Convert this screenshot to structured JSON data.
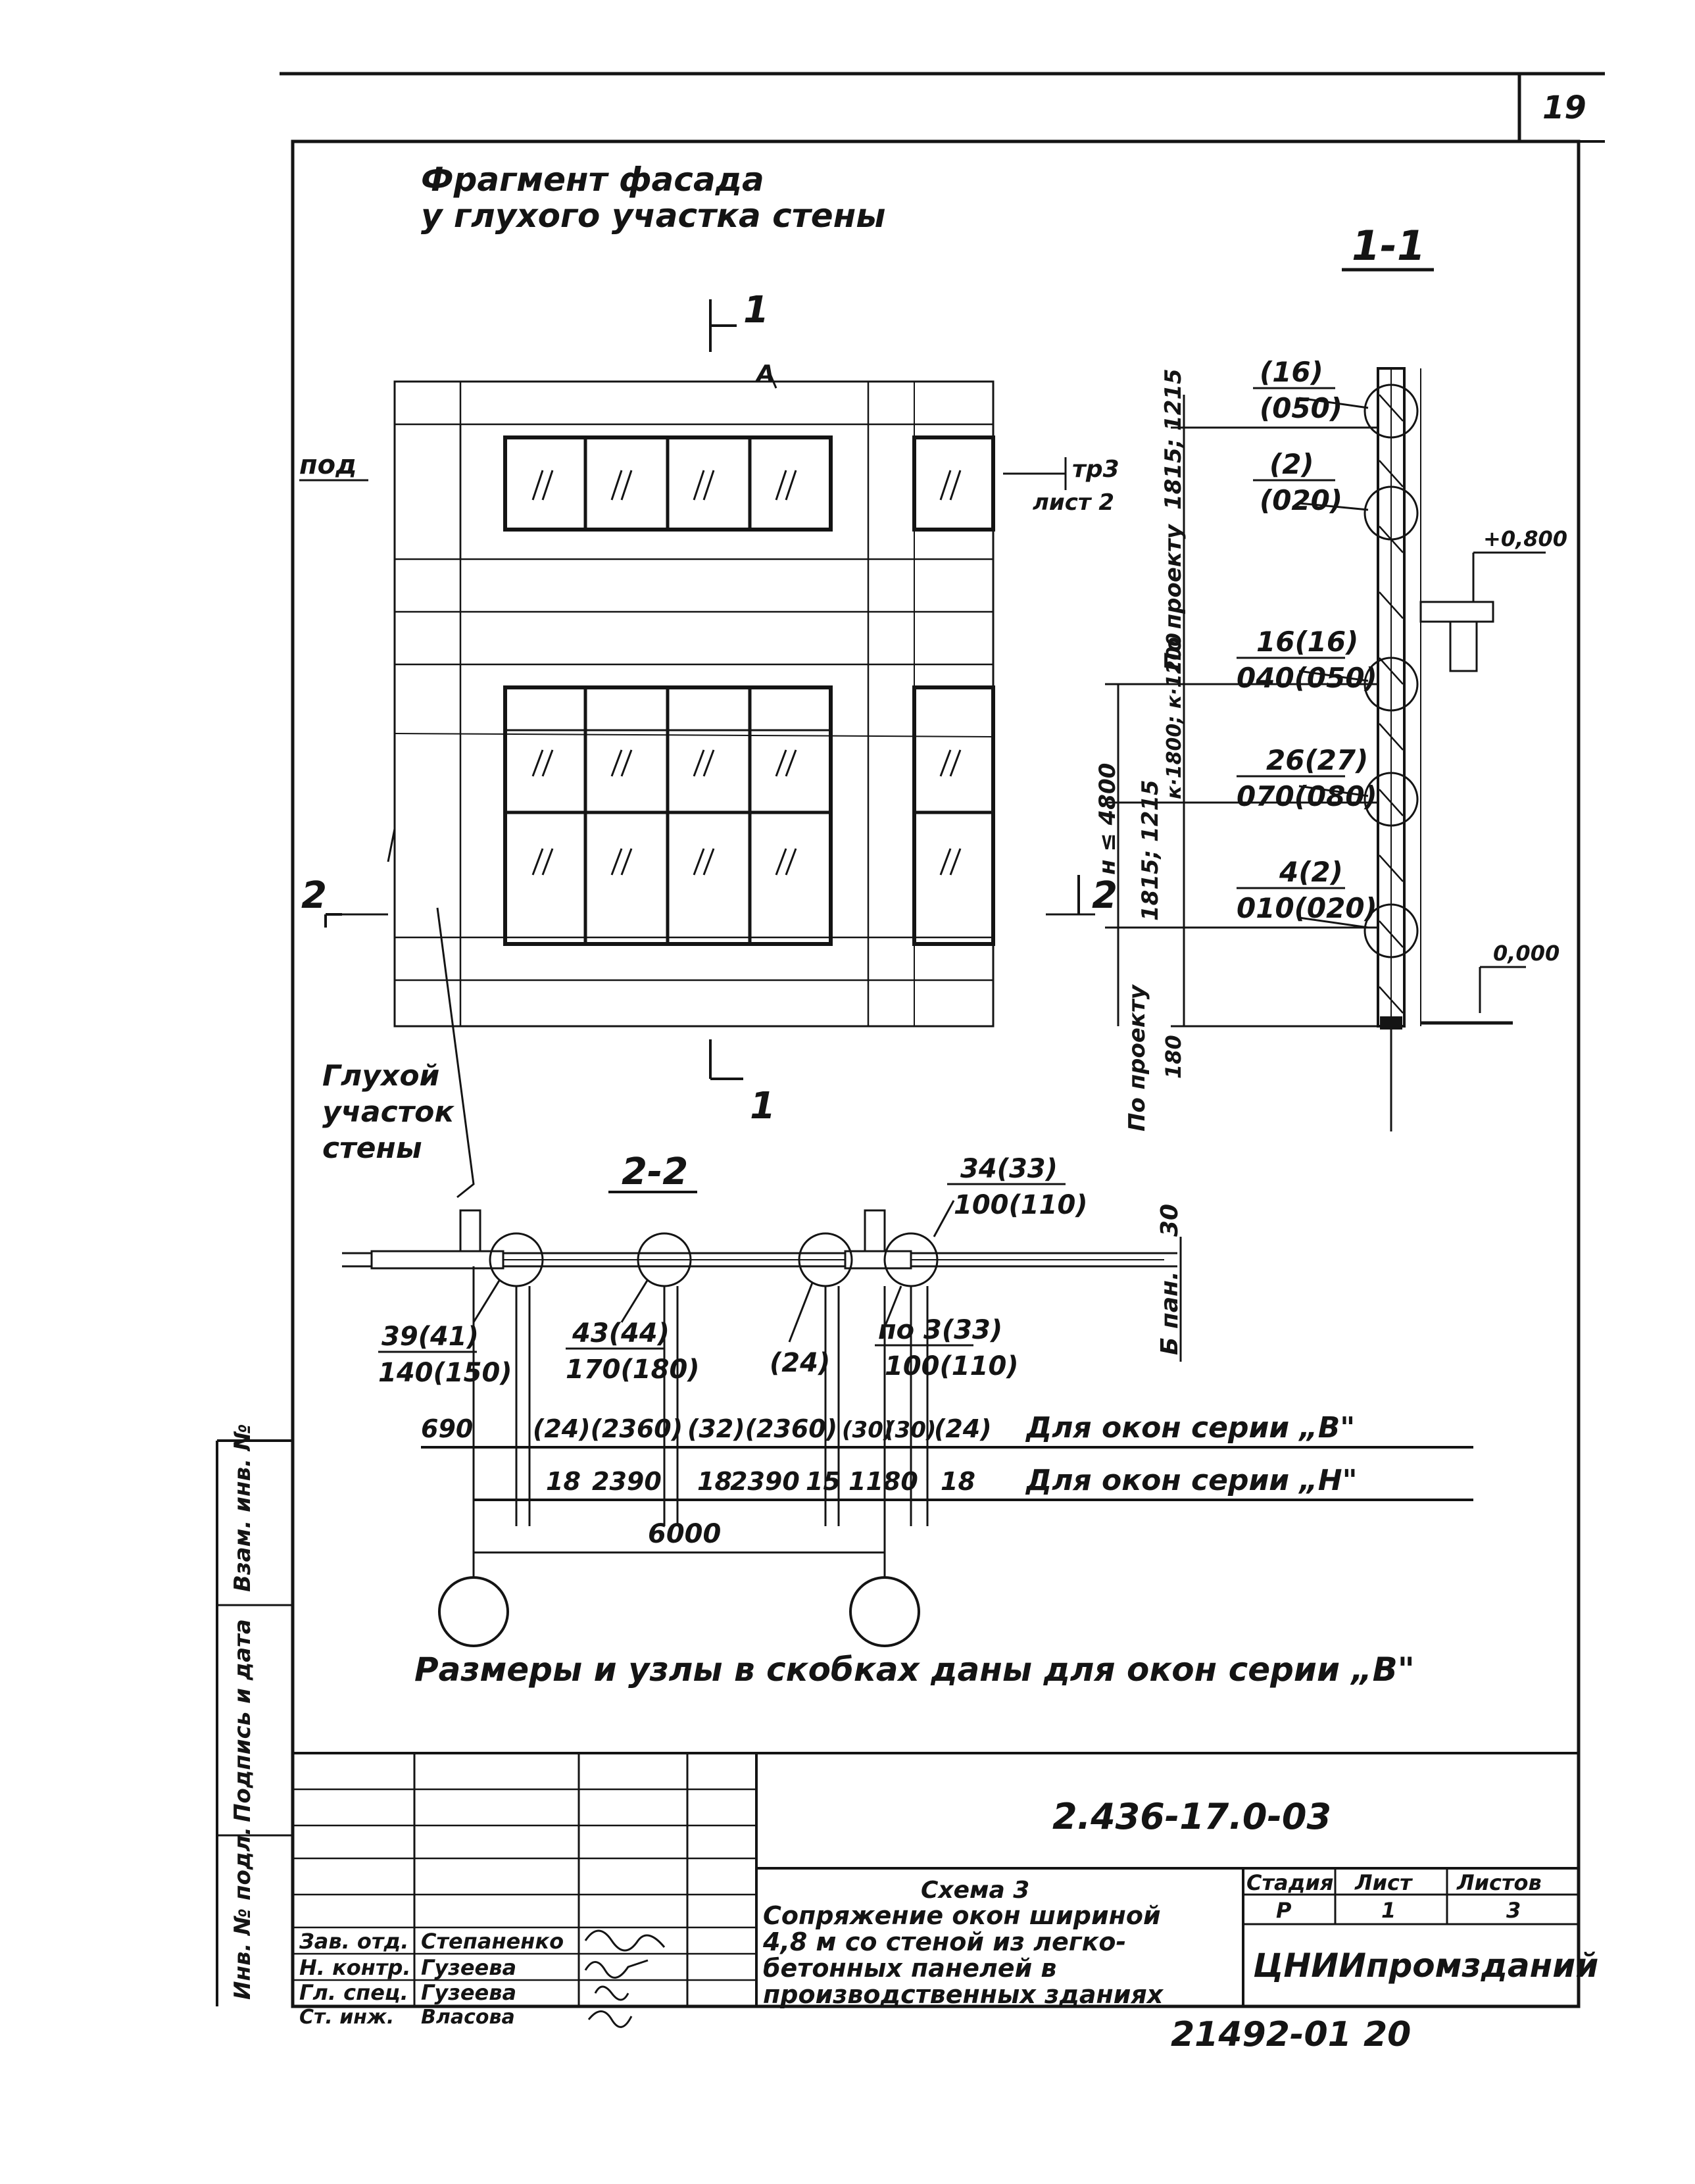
{
  "sheet_page_number": "19",
  "facade": {
    "title_line1": "Фрагмент фасада",
    "title_line2": "у глухого участка стены",
    "axis_label": "А",
    "section_1_top": "1",
    "section_1_bottom": "1",
    "section_2_left": "2",
    "section_2_right": "2",
    "label_top_left": "под",
    "label_top_right_1": "тр3",
    "label_top_right_2": "лист 2",
    "blind_section_label": [
      "Глухой",
      "участок",
      "стены"
    ]
  },
  "section_1_1": {
    "title": "1-1",
    "node_labels": [
      {
        "top": "(16)",
        "bottom": "(050)"
      },
      {
        "top": "(2)",
        "bottom": "(020)"
      },
      {
        "top": "16(16)",
        "bottom": "040(050)"
      },
      {
        "top": "26(27)",
        "bottom": "070(080)"
      },
      {
        "top": "4(2)",
        "bottom": "010(020)"
      }
    ],
    "dim_upper": "1815; 1215",
    "dim_upper_note": "По проекту",
    "dim_mid_1": "н ≤ 4800",
    "dim_mid_2": "к·1800; к·1200",
    "dim_lower": "1815; 1215",
    "dim_lower_note": "По проекту",
    "dim_base": "180",
    "level_top": "+0,800",
    "level_bottom": "0,000"
  },
  "section_2_2": {
    "title": "2-2",
    "callout_top": "34(33)",
    "callout_top_sub": "100(110)",
    "callout_side": "30",
    "callout_side_label": "Б пан.",
    "nodes": [
      {
        "top": "39(41)",
        "bottom": "140(150)"
      },
      {
        "top": "43(44)",
        "bottom": "170(180)"
      },
      {
        "top": "(24)",
        "bottom": ""
      },
      {
        "top": "по 3(33)",
        "bottom": "100(110)"
      }
    ],
    "row_v_values": [
      "690",
      "(24)(2360)",
      "(32)(2360)",
      "(30)",
      "(30)",
      "(24)"
    ],
    "row_v_label": "Для окон серии „В\"",
    "row_n_values": [
      "18",
      "2390",
      "18",
      "2390",
      "15",
      "1180",
      "18"
    ],
    "row_n_label": "Для окон серии „Н\"",
    "span": "6000"
  },
  "note": "Размеры и узлы в скобках даны для окон серии „В\"",
  "side_stamp": [
    "Инв. № подл.",
    "Подпись и дата",
    "Взам. инв. №"
  ],
  "title_block": {
    "doc_code": "2.436-17.0-03",
    "sheet_title": [
      "Схема 3",
      "Сопряжение окон шириной",
      "4,8 м со стеной из легко-",
      "бетонных панелей в",
      "производственных зданиях"
    ],
    "col_stage": "Стадия",
    "col_sheet": "Лист",
    "col_sheets": "Листов",
    "stage": "Р",
    "sheet": "1",
    "sheets": "3",
    "organization": "ЦНИИпромзданий",
    "signatures": [
      {
        "role": "Зав. отд.",
        "name": "Степаненко"
      },
      {
        "role": "Н. контр.",
        "name": "Гузеева"
      },
      {
        "role": "Гл. спец.",
        "name": "Гузеева"
      },
      {
        "role": "Ст. инж.",
        "name": "Власова"
      }
    ]
  },
  "footer_code": "21492-01   20"
}
